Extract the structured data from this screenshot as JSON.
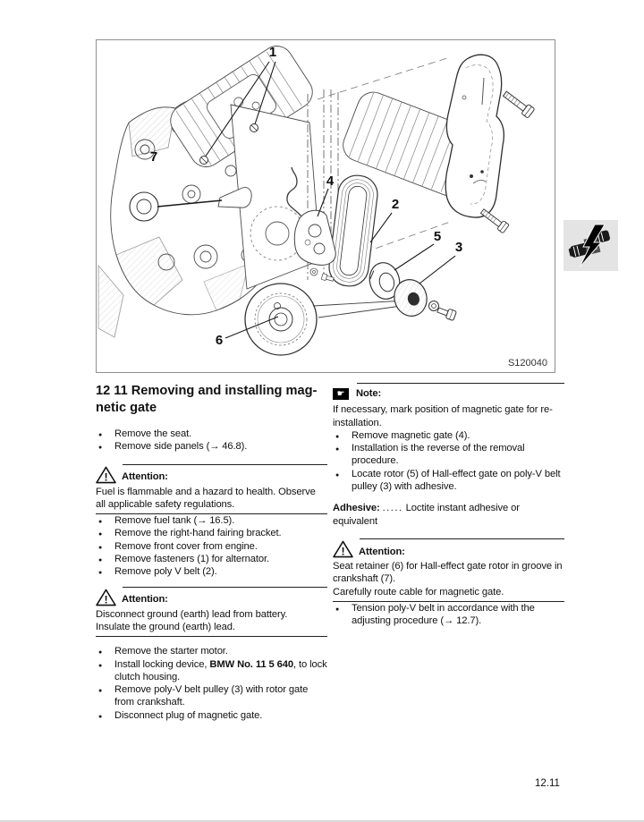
{
  "figure": {
    "code": "S120040",
    "callouts": [
      "1",
      "2",
      "3",
      "4",
      "5",
      "6",
      "7"
    ]
  },
  "icons": {
    "note_glyph": "☛",
    "attention_glyph": "!",
    "note_icon_name": "pointing-hand-icon",
    "attention_icon_name": "warning-triangle-icon",
    "margin_tab_icon_name": "engine-lightning-icon"
  },
  "left": {
    "title_line1": "12 11 Removing and installing mag-",
    "title_line2": "netic gate",
    "bullets_1": [
      "Remove the seat.",
      "Remove side panels (→ 46.8)."
    ],
    "attention_1": {
      "heading": "Attention:",
      "lines": [
        "Fuel is flammable and a hazard to health. Observe all applicable safety regulations."
      ]
    },
    "bullets_2": [
      "Remove fuel tank (→ 16.5).",
      "Remove the right-hand fairing bracket.",
      "Remove front cover from engine.",
      "Remove fasteners (1) for alternator.",
      "Remove poly V belt (2)."
    ],
    "attention_2": {
      "heading": "Attention:",
      "lines": [
        "Disconnect ground (earth) lead from battery.",
        "Insulate the ground (earth) lead."
      ]
    },
    "bullets_3": [
      "Remove the starter motor.",
      {
        "pre": "Install locking device, ",
        "bold": "BMW No. 11 5 640",
        "post": ", to lock clutch housing."
      },
      "Remove poly-V belt pulley (3) with rotor gate from crankshaft.",
      "Disconnect plug of magnetic gate."
    ]
  },
  "right": {
    "note": {
      "heading": "Note:",
      "text": "If necessary, mark position of magnetic gate for re-installation."
    },
    "bullets_1": [
      "Remove magnetic gate (4).",
      "Installation is the reverse of the removal procedure.",
      "Locate rotor (5) of Hall-effect gate on poly-V belt pulley (3) with adhesive."
    ],
    "adhesive": {
      "label": "Adhesive:",
      "leader": ".....",
      "text": "Loctite instant adhesive or equivalent"
    },
    "attention": {
      "heading": "Attention:",
      "lines": [
        "Seat retainer (6) for Hall-effect gate rotor in groove in crankshaft (7).",
        "Carefully route cable for magnetic gate."
      ]
    },
    "bullets_2": [
      "Tension poly-V belt in accordance with the adjusting procedure (→ 12.7)."
    ]
  },
  "page": {
    "number": "12.11"
  }
}
